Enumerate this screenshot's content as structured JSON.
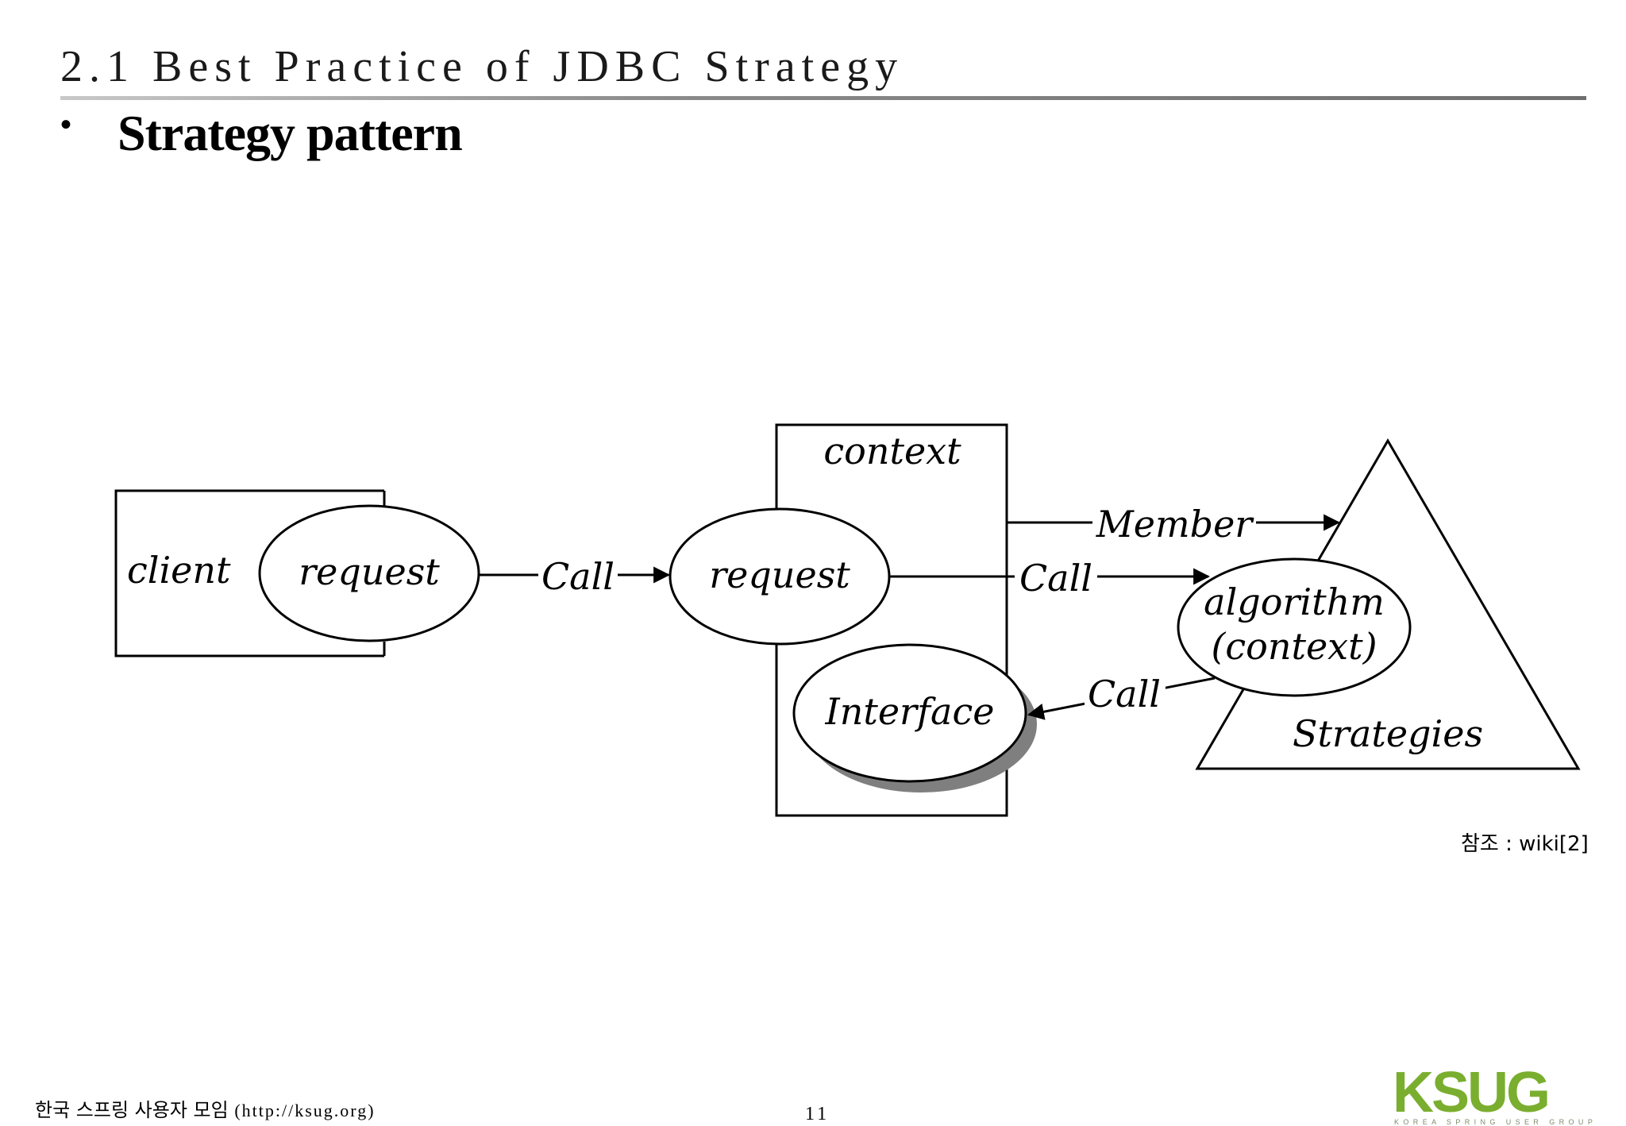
{
  "slide": {
    "title": "2.1 Best Practice of JDBC Strategy",
    "bullet": "Strategy pattern"
  },
  "diagram": {
    "client_label": "client",
    "client_request_label": "request",
    "call_label_1": "Call",
    "context_label": "context",
    "context_request_label": "request",
    "member_label": "Member",
    "call_label_2": "Call",
    "algorithm_label_line1": "algorithm",
    "algorithm_label_line2": "(context)",
    "call_label_3": "Call",
    "interface_label": "Interface",
    "strategies_label": "Strategies"
  },
  "reference": "참조 : wiki[2]",
  "footer": {
    "org": "한국 스프링 사용자 모임",
    "url": "(http://ksug.org)",
    "page_number": "11"
  },
  "logo": {
    "text": "KSUG",
    "subtitle": "KOREA SPRING USER GROUP",
    "color": "#7aae2f"
  }
}
